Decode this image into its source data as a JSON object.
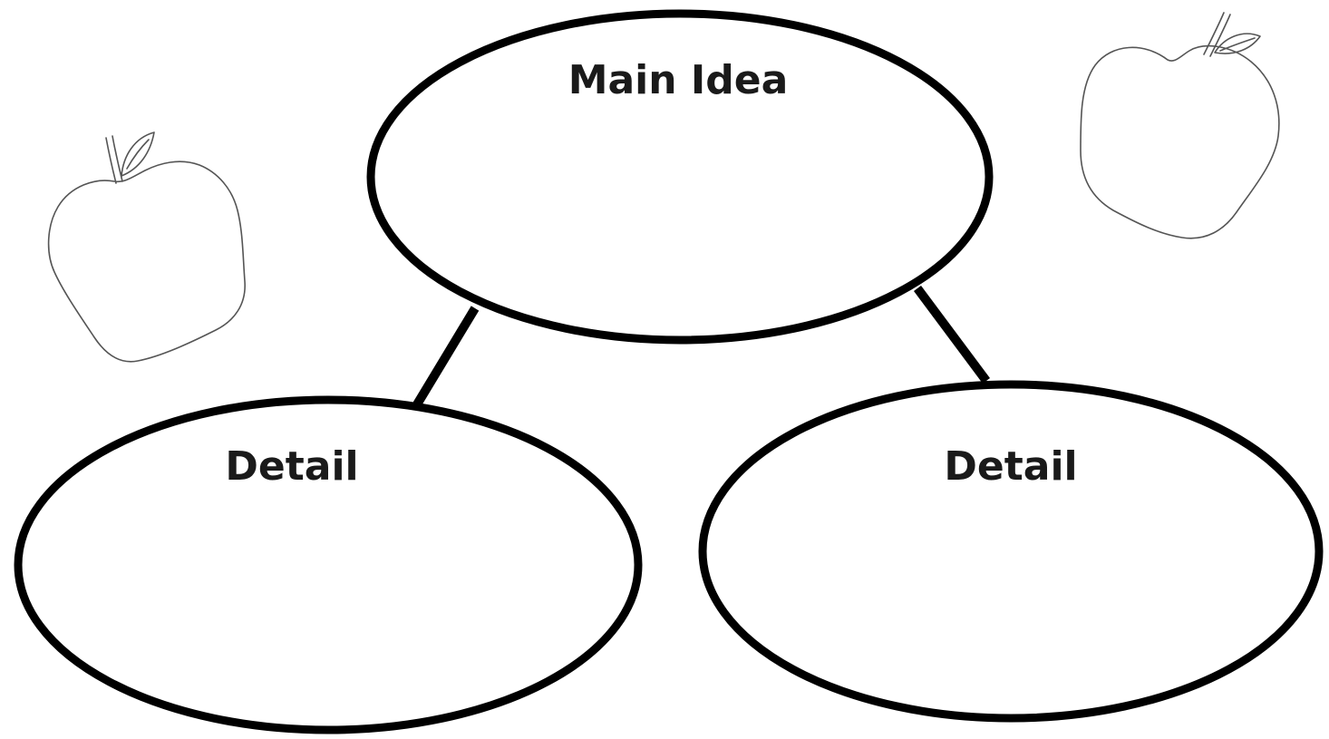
{
  "diagram": {
    "type": "main-idea-graphic-organizer",
    "line_color": "#000000",
    "text_color": "#1a1a1a",
    "background": "#ffffff",
    "nodes": [
      {
        "id": "main",
        "label": "Main Idea"
      },
      {
        "id": "detail-left",
        "label": "Detail"
      },
      {
        "id": "detail-right",
        "label": "Detail"
      }
    ],
    "edges": [
      {
        "from": "main",
        "to": "detail-left"
      },
      {
        "from": "main",
        "to": "detail-right"
      }
    ],
    "decorations": [
      {
        "icon": "apple-icon"
      },
      {
        "icon": "apple-icon"
      }
    ]
  }
}
